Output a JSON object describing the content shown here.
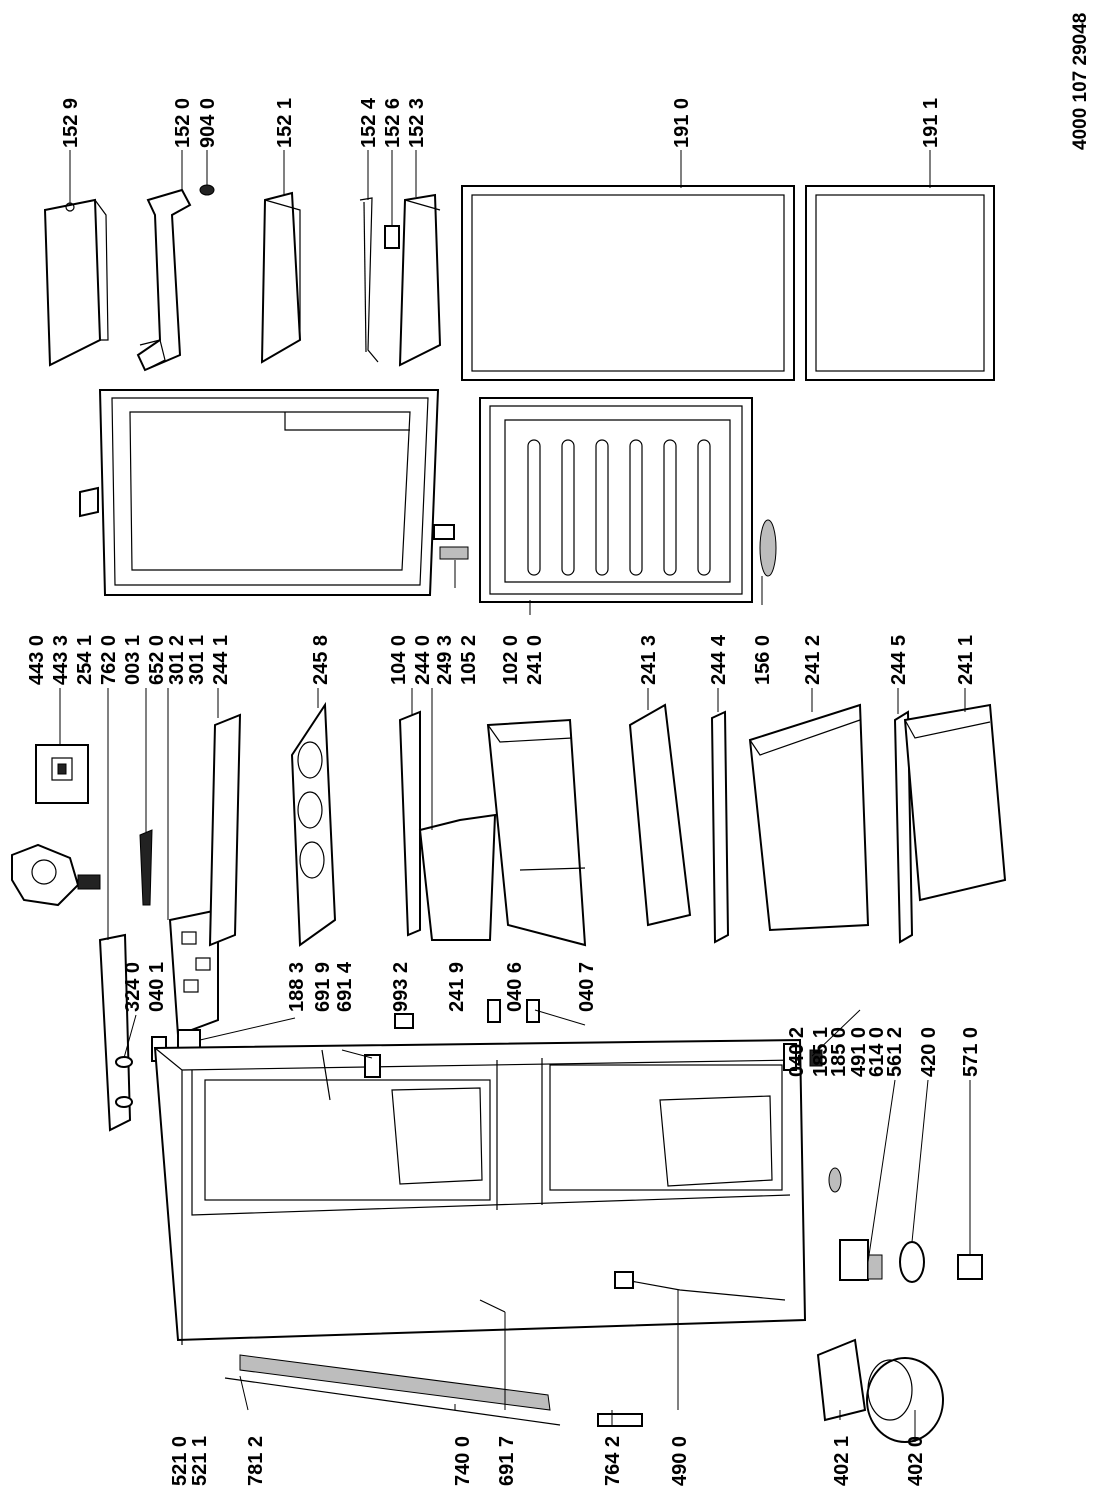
{
  "document_number": "4000 107 29048",
  "labels": {
    "p1529": "152 9",
    "p1520": "152 0",
    "p9040": "904 0",
    "p1521": "152 1",
    "p1524": "152 4",
    "p1526": "152 6",
    "p1523": "152 3",
    "p1910": "191 0",
    "p1911": "191 1",
    "p4430": "443 0",
    "p4433": "443 3",
    "p2541": "254 1",
    "p7620": "762 0",
    "p0031": "003 1",
    "p6520": "652 0",
    "p3012": "301 2",
    "p3011": "301 1",
    "p2441": "244 1",
    "p2458": "245 8",
    "p1040": "104 0",
    "p2440": "244 0",
    "p2493": "249 3",
    "p1052": "105 2",
    "p1020": "102 0",
    "p2410": "241 0",
    "p2413": "241 3",
    "p2444": "244 4",
    "p2412": "241 2",
    "p2445": "244 5",
    "p2411": "241 1",
    "p1560": "156 0",
    "p3240": "324 0",
    "p0401": "040 1",
    "p1883": "188 3",
    "p6919": "691 9",
    "p6914": "691 4",
    "p9932": "993 2",
    "p2419": "241 9",
    "p0406": "040 6",
    "p0407": "040 7",
    "p0402": "040 2",
    "p1851": "185 1",
    "p1850": "185 0",
    "p4910": "491 0",
    "p6140": "614 0",
    "p5612": "561 2",
    "p4200": "420 0",
    "p5710": "571 0",
    "p5210": "521 0",
    "p5211": "521 1",
    "p7812": "781 2",
    "p7400": "740 0",
    "p6917": "691 7",
    "p7642": "764 2",
    "p4900": "490 0",
    "p4021": "402 1",
    "p4020": "402 0"
  }
}
